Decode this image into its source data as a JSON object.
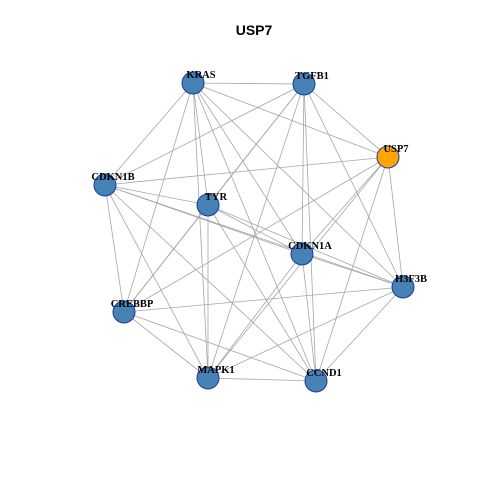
{
  "title": "USP7",
  "colors": {
    "node_default": "#4682b4",
    "node_highlight": "#ffa500",
    "node_border": "#1a3aa8",
    "edge": "#a6a6a6"
  },
  "nodes": [
    {
      "id": "KRAS",
      "label": "KRAS",
      "highlight": false
    },
    {
      "id": "TGFB1",
      "label": "TGFB1",
      "highlight": false
    },
    {
      "id": "USP7",
      "label": "USP7",
      "highlight": true
    },
    {
      "id": "CDKN1B",
      "label": "CDKN1B",
      "highlight": false
    },
    {
      "id": "TYR",
      "label": "TYR",
      "highlight": false
    },
    {
      "id": "CDKN1A",
      "label": "CDKN1A",
      "highlight": false
    },
    {
      "id": "H3F3B",
      "label": "H3F3B",
      "highlight": false
    },
    {
      "id": "CREBBP",
      "label": "CREBBP",
      "highlight": false
    },
    {
      "id": "MAPK1",
      "label": "MAPK1",
      "highlight": false
    },
    {
      "id": "CCND1",
      "label": "CCND1",
      "highlight": false
    }
  ],
  "edges": [
    [
      "KRAS",
      "TGFB1"
    ],
    [
      "KRAS",
      "USP7"
    ],
    [
      "KRAS",
      "CDKN1B"
    ],
    [
      "KRAS",
      "TYR"
    ],
    [
      "KRAS",
      "CDKN1A"
    ],
    [
      "KRAS",
      "H3F3B"
    ],
    [
      "KRAS",
      "CREBBP"
    ],
    [
      "KRAS",
      "MAPK1"
    ],
    [
      "KRAS",
      "CCND1"
    ],
    [
      "TGFB1",
      "USP7"
    ],
    [
      "TGFB1",
      "CDKN1B"
    ],
    [
      "TGFB1",
      "TYR"
    ],
    [
      "TGFB1",
      "CDKN1A"
    ],
    [
      "TGFB1",
      "H3F3B"
    ],
    [
      "TGFB1",
      "CREBBP"
    ],
    [
      "TGFB1",
      "MAPK1"
    ],
    [
      "TGFB1",
      "CCND1"
    ],
    [
      "USP7",
      "CDKN1B"
    ],
    [
      "USP7",
      "CDKN1A"
    ],
    [
      "USP7",
      "H3F3B"
    ],
    [
      "USP7",
      "CREBBP"
    ],
    [
      "USP7",
      "MAPK1"
    ],
    [
      "USP7",
      "CCND1"
    ],
    [
      "CDKN1B",
      "TYR"
    ],
    [
      "CDKN1B",
      "CDKN1A"
    ],
    [
      "CDKN1B",
      "H3F3B"
    ],
    [
      "CDKN1B",
      "CREBBP"
    ],
    [
      "CDKN1B",
      "MAPK1"
    ],
    [
      "CDKN1B",
      "CCND1"
    ],
    [
      "TYR",
      "CDKN1A"
    ],
    [
      "TYR",
      "H3F3B"
    ],
    [
      "TYR",
      "CREBBP"
    ],
    [
      "TYR",
      "MAPK1"
    ],
    [
      "TYR",
      "CCND1"
    ],
    [
      "CDKN1A",
      "H3F3B"
    ],
    [
      "CDKN1A",
      "MAPK1"
    ],
    [
      "CDKN1A",
      "CCND1"
    ],
    [
      "H3F3B",
      "CREBBP"
    ],
    [
      "H3F3B",
      "MAPK1"
    ],
    [
      "H3F3B",
      "CCND1"
    ],
    [
      "CREBBP",
      "MAPK1"
    ],
    [
      "CREBBP",
      "CCND1"
    ],
    [
      "MAPK1",
      "CCND1"
    ]
  ]
}
